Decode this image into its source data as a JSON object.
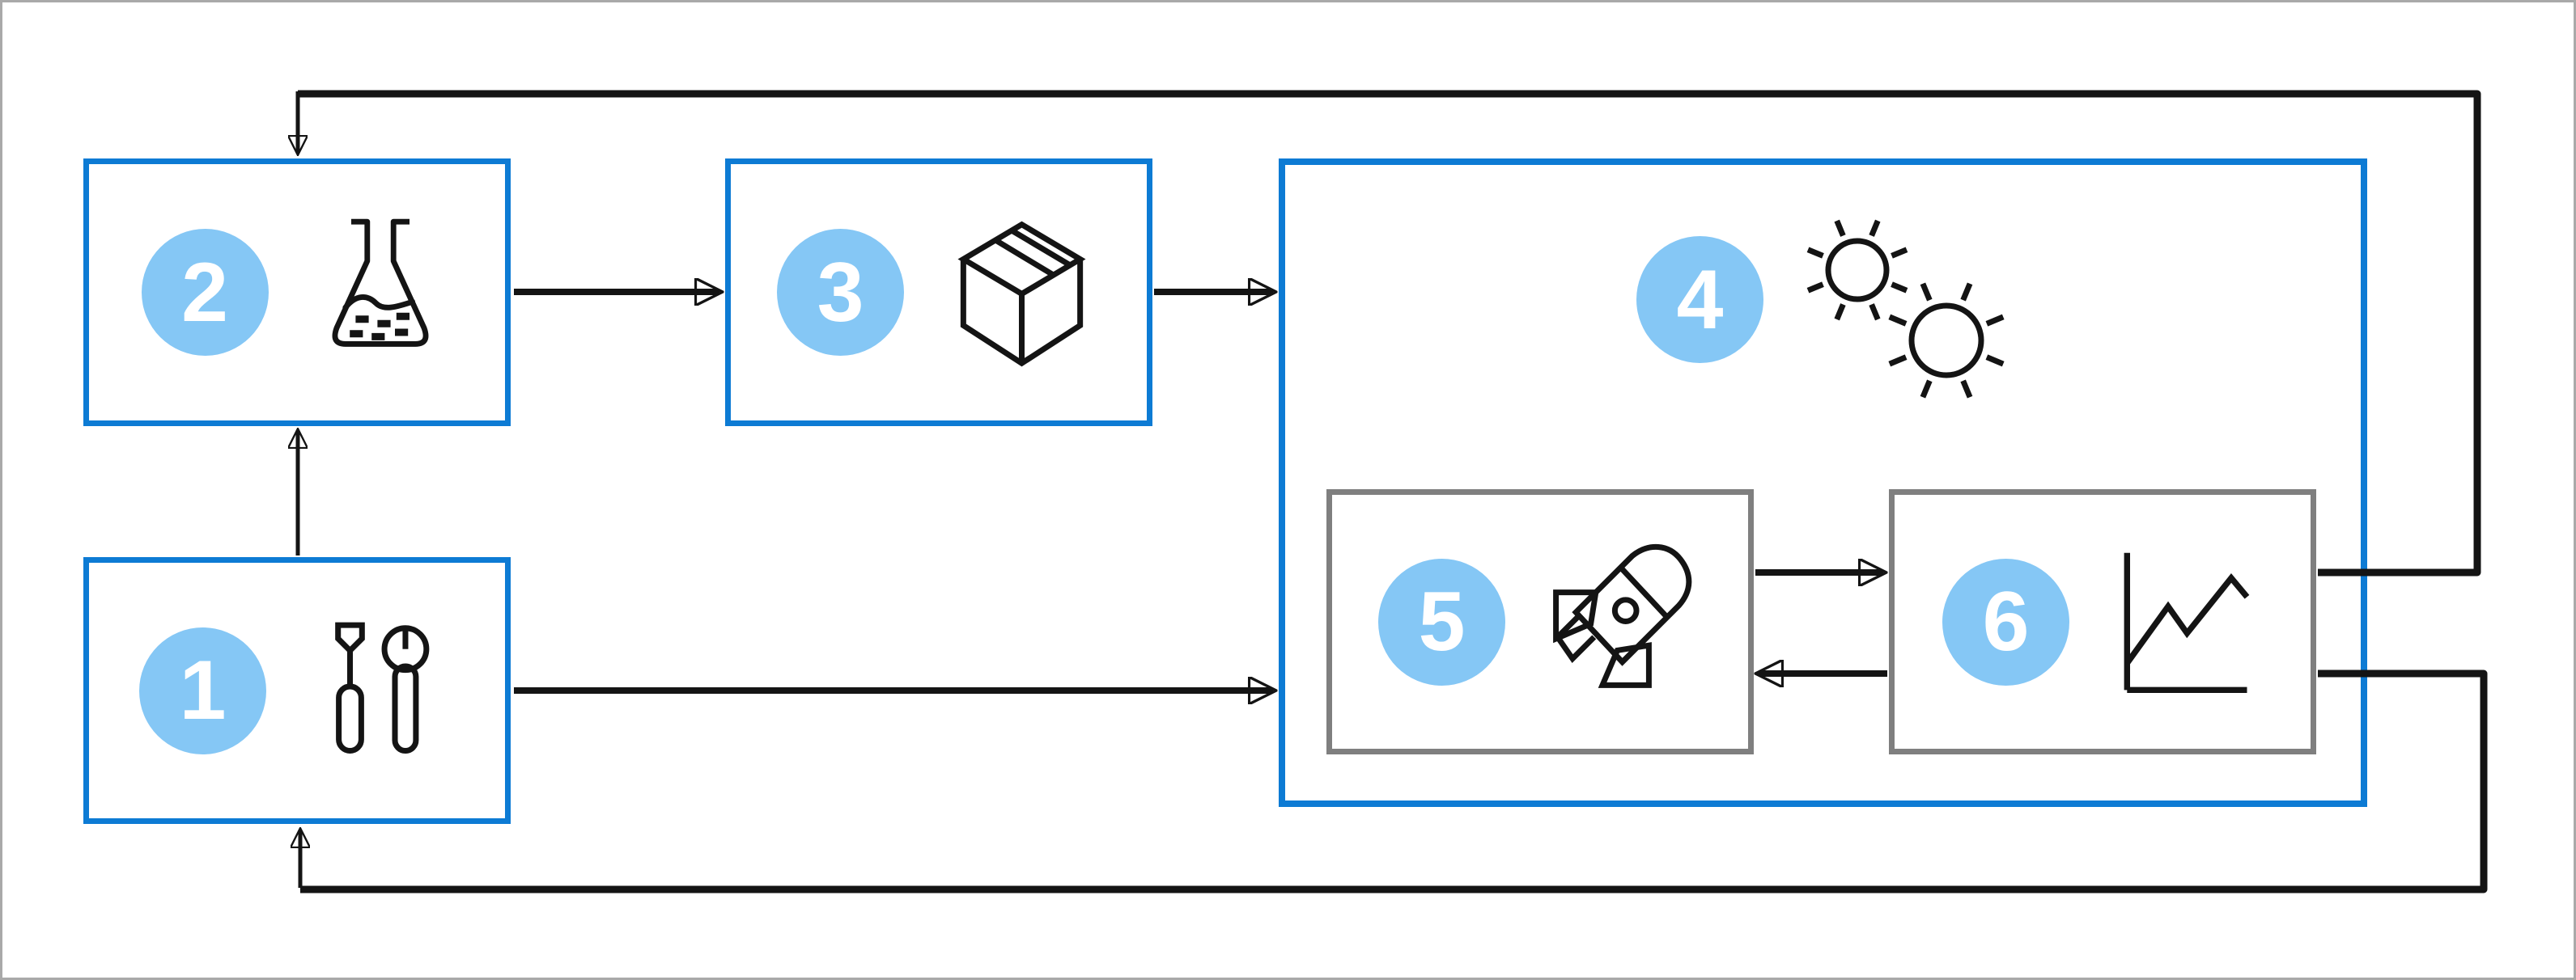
{
  "diagram": {
    "description": "Six-step numbered process flow with feedback loops",
    "nodes": [
      {
        "id": "1",
        "label": "1",
        "icon": "tools-icon"
      },
      {
        "id": "2",
        "label": "2",
        "icon": "flask-icon"
      },
      {
        "id": "3",
        "label": "3",
        "icon": "package-icon"
      },
      {
        "id": "4",
        "label": "4",
        "icon": "suns-icon"
      },
      {
        "id": "5",
        "label": "5",
        "icon": "rocket-icon"
      },
      {
        "id": "6",
        "label": "6",
        "icon": "line-chart-icon"
      }
    ],
    "edges": [
      {
        "from": "1",
        "to": "2",
        "style": "arrow"
      },
      {
        "from": "2",
        "to": "3",
        "style": "arrow"
      },
      {
        "from": "3",
        "to": "4",
        "style": "arrow"
      },
      {
        "from": "1",
        "to": "4",
        "style": "arrow"
      },
      {
        "from": "5",
        "to": "6",
        "style": "arrow"
      },
      {
        "from": "6",
        "to": "5",
        "style": "arrow"
      },
      {
        "from": "6",
        "to": "2",
        "style": "feedback-loop-top"
      },
      {
        "from": "6",
        "to": "1",
        "style": "feedback-loop-bottom"
      }
    ],
    "containment": [
      {
        "parent": "4",
        "children": [
          "5",
          "6"
        ]
      }
    ],
    "colors": {
      "box_border_blue": "#0d7bd4",
      "box_border_gray": "#7f7f7f",
      "badge_fill": "#85c7f5",
      "badge_text": "#ffffff",
      "line_color": "#141414",
      "frame_border": "#a9a9a9",
      "background": "#ffffff"
    }
  }
}
